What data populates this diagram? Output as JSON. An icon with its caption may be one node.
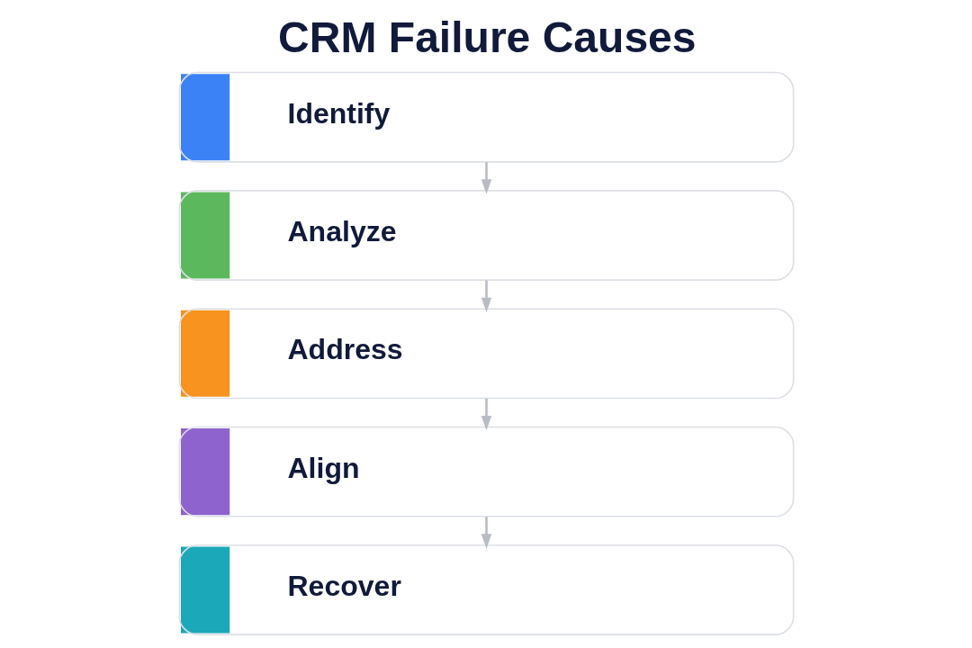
{
  "diagram": {
    "title": "CRM Failure Causes",
    "nodes": [
      {
        "text": [
          "Identify"
        ]
      },
      {
        "text": [
          "Analyze"
        ]
      },
      {
        "text": [
          "Address"
        ]
      },
      {
        "text": [
          "Align"
        ]
      },
      {
        "text": [
          "Recover"
        ]
      }
    ],
    "edges": [
      {
        "from": 0,
        "to": 1,
        "arrow": "to"
      },
      {
        "from": 1,
        "to": 2,
        "arrow": "to"
      },
      {
        "from": 2,
        "to": 3,
        "arrow": "to"
      },
      {
        "from": 3,
        "to": 4,
        "arrow": "to"
      }
    ]
  }
}
